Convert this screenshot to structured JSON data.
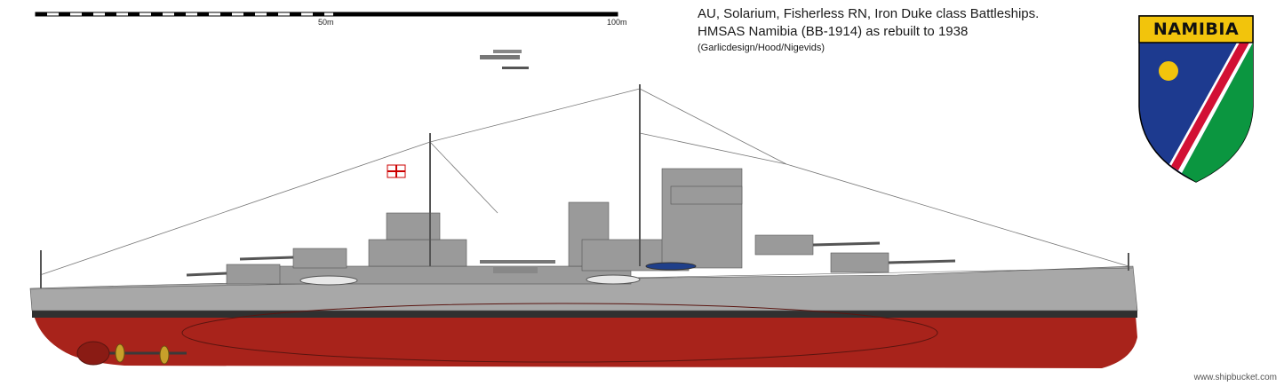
{
  "title": {
    "line1": "AU, Solarium, Fisherless RN, Iron Duke class Battleships.",
    "line2": "HMSAS Namibia (BB-1914) as rebuilt to 1938",
    "credits": "(Garlicdesign/Hood/Nigevids)"
  },
  "scale": {
    "mark_mid": "50m",
    "mark_end": "100m"
  },
  "crest": {
    "name": "NAMIBIA",
    "colors": {
      "gold": "#f2c40c",
      "blue": "#1d3a8f",
      "red": "#d21034",
      "green": "#0b9640",
      "white": "#ffffff"
    }
  },
  "hull_colors": {
    "upper": "#a8a8a8",
    "lower": "#a8231b",
    "boot": "#303030"
  },
  "watermark": "www.shipbucket.com"
}
